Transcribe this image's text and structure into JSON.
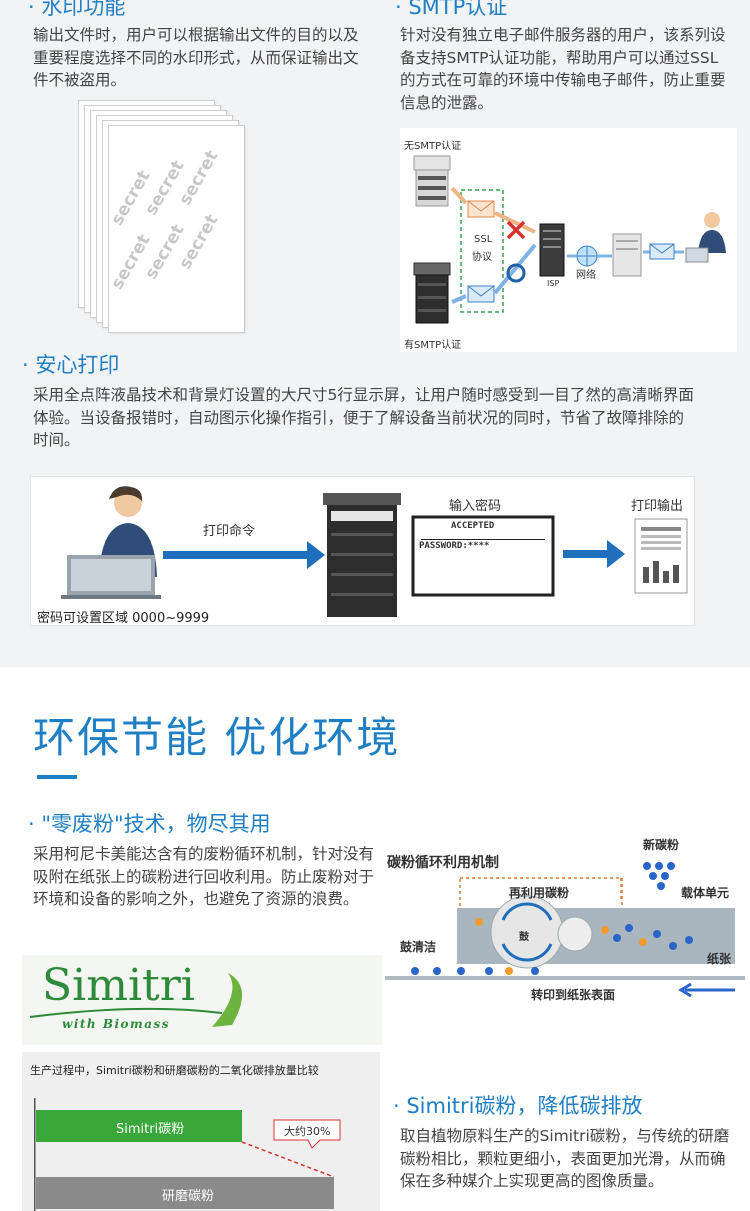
{
  "watermark": {
    "title": "· 水印功能",
    "body": "输出文件时，用户可以根据输出文件的目的以及重要程度选择不同的水印形式，从而保证输出文件不被盗用。",
    "watermark_word": "secret"
  },
  "smtp": {
    "title": "· SMTP认证",
    "body": "针对没有独立电子邮件服务器的用户，该系列设备支持SMTP认证功能，帮助用户可以通过SSL的方式在可靠的环境中传输电子邮件，防止重要信息的泄露。",
    "diagram": {
      "label_no_smtp": "无SMTP认证",
      "label_smtp": "有SMTP认证",
      "ssl_label_1": "SSL",
      "ssl_label_2": "协议",
      "isp_label": "ISP",
      "network_label": "网络"
    }
  },
  "secure_print": {
    "title": "· 安心打印",
    "body": "采用全点阵液晶技术和背景灯设置的大尺寸5行显示屏，让用户随时感受到一目了然的高清晰界面体验。当设备报错时，自动图示化操作指引，便于了解设备当前状况的同时，节省了故障排除的时间。",
    "diagram": {
      "print_command": "打印命令",
      "enter_password": "输入密码",
      "print_output": "打印输出",
      "screen_line1": "ACCEPTED",
      "screen_line2": "PASSWORD:****",
      "password_range": "密码可设置区域 0000~9999"
    }
  },
  "eco": {
    "heading": "环保节能 优化环境",
    "zero_waste_title": "· \"零废粉\"技术，物尽其用",
    "zero_waste_body": "采用柯尼卡美能达含有的废粉循环机制，针对没有吸附在纸张上的碳粉进行回收利用。防止废粉对于环境和设备的影响之外，也避免了资源的浪费。",
    "toner_diagram": {
      "title": "碳粉循环利用机制",
      "new_toner": "新碳粉",
      "reused_toner": "再利用碳粉",
      "carrier_unit": "载体单元",
      "drum_cleaning": "鼓清洁",
      "drum": "鼓",
      "paper": "纸张",
      "transfer": "转印到纸张表面"
    },
    "simitri_logo": "Simitri",
    "simitri_sub": "with Biomass",
    "co2_chart": {
      "title": "生产过程中，Simitri碳粉和研磨碳粉的二氧化碳排放量比较",
      "bar1_label": "Simitri碳粉",
      "bar2_label": "研磨碳粉",
      "annotation": "大约30%"
    },
    "simitri_title": "· Simitri碳粉，降低碳排放",
    "simitri_body": "取自植物原料生产的Simitri碳粉，与传统的研磨碳粉相比，颗粒更细小，表面更加光滑，从而确保在多种媒介上实现更高的图像质量。",
    "colors": {
      "accent": "#1f7fc4",
      "green": "#3aa73a",
      "bar_gray": "#8a8a8a"
    }
  }
}
